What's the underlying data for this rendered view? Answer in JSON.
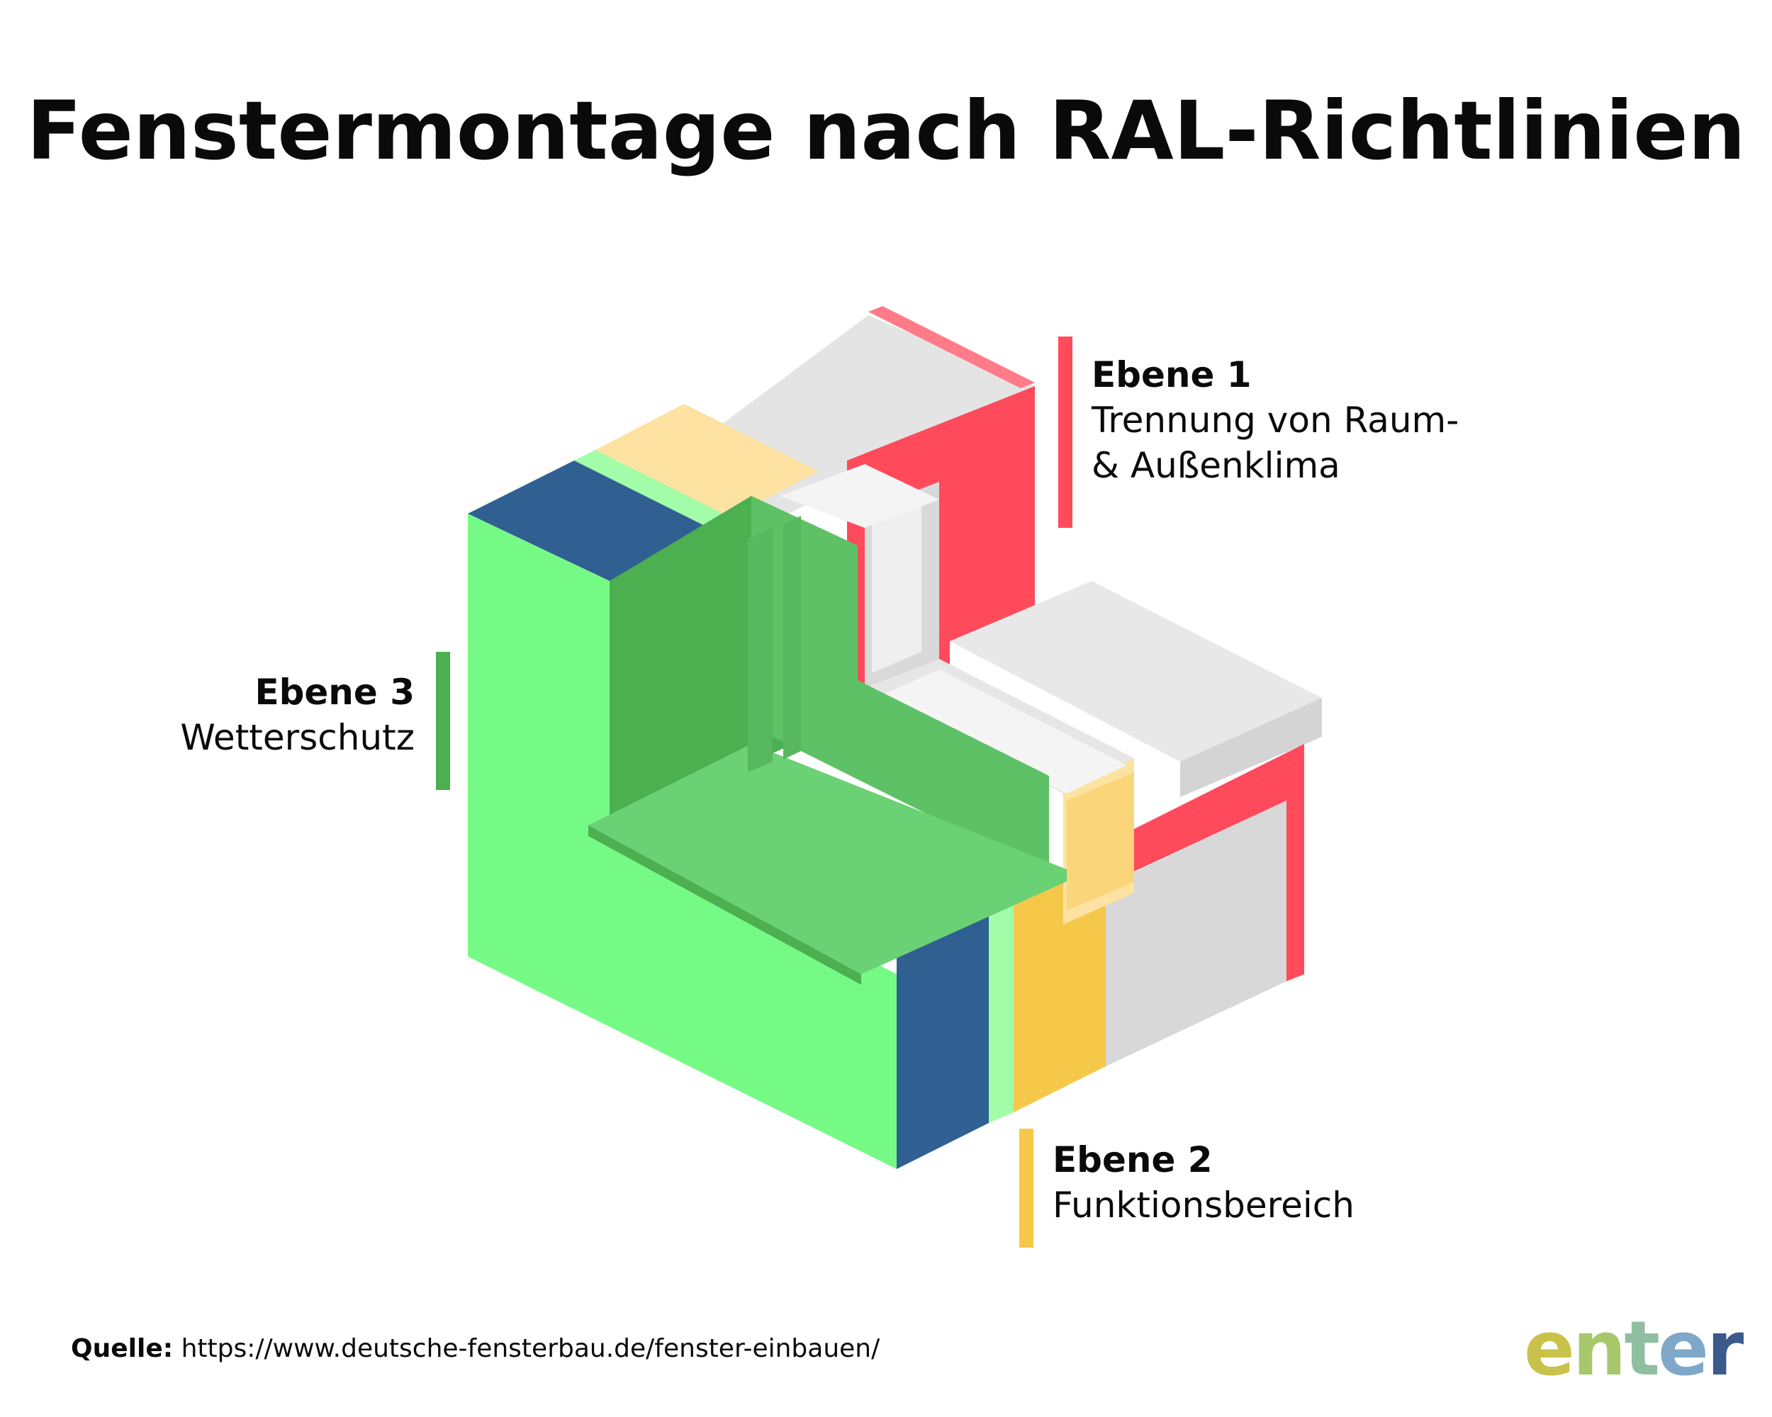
{
  "title": "Fenstermontage nach RAL-Richtlinien",
  "labels": {
    "ebene1": {
      "heading": "Ebene 1",
      "line1": "Trennung von Raum-",
      "line2": "& Außenklima",
      "color": "#ff4a5c"
    },
    "ebene2": {
      "heading": "Ebene 2",
      "line1": "Funktionsbereich",
      "color": "#f5c84a"
    },
    "ebene3": {
      "heading": "Ebene 3",
      "line1": "Wetterschutz",
      "color": "#4caf50"
    }
  },
  "source": {
    "label": "Quelle:",
    "url": "https://www.deutsche-fensterbau.de/fenster-einbauen/"
  },
  "logo": {
    "letters": [
      "e",
      "n",
      "t",
      "e",
      "r"
    ],
    "colors": [
      "#c9c24a",
      "#a6c86a",
      "#8fbfa0",
      "#7fa8c8",
      "#3a5a8a"
    ]
  },
  "colors": {
    "red": "#ff4a5c",
    "pink": "#ff7b8a",
    "blue": "#2f6091",
    "green": "#76fa86",
    "mint": "#a3fca8",
    "darkgreen": "#4caf50",
    "yellow": "#f5c84a",
    "lightyellow": "#fde2a2",
    "gray": "#e4e4e4",
    "profile": "#ececec"
  }
}
